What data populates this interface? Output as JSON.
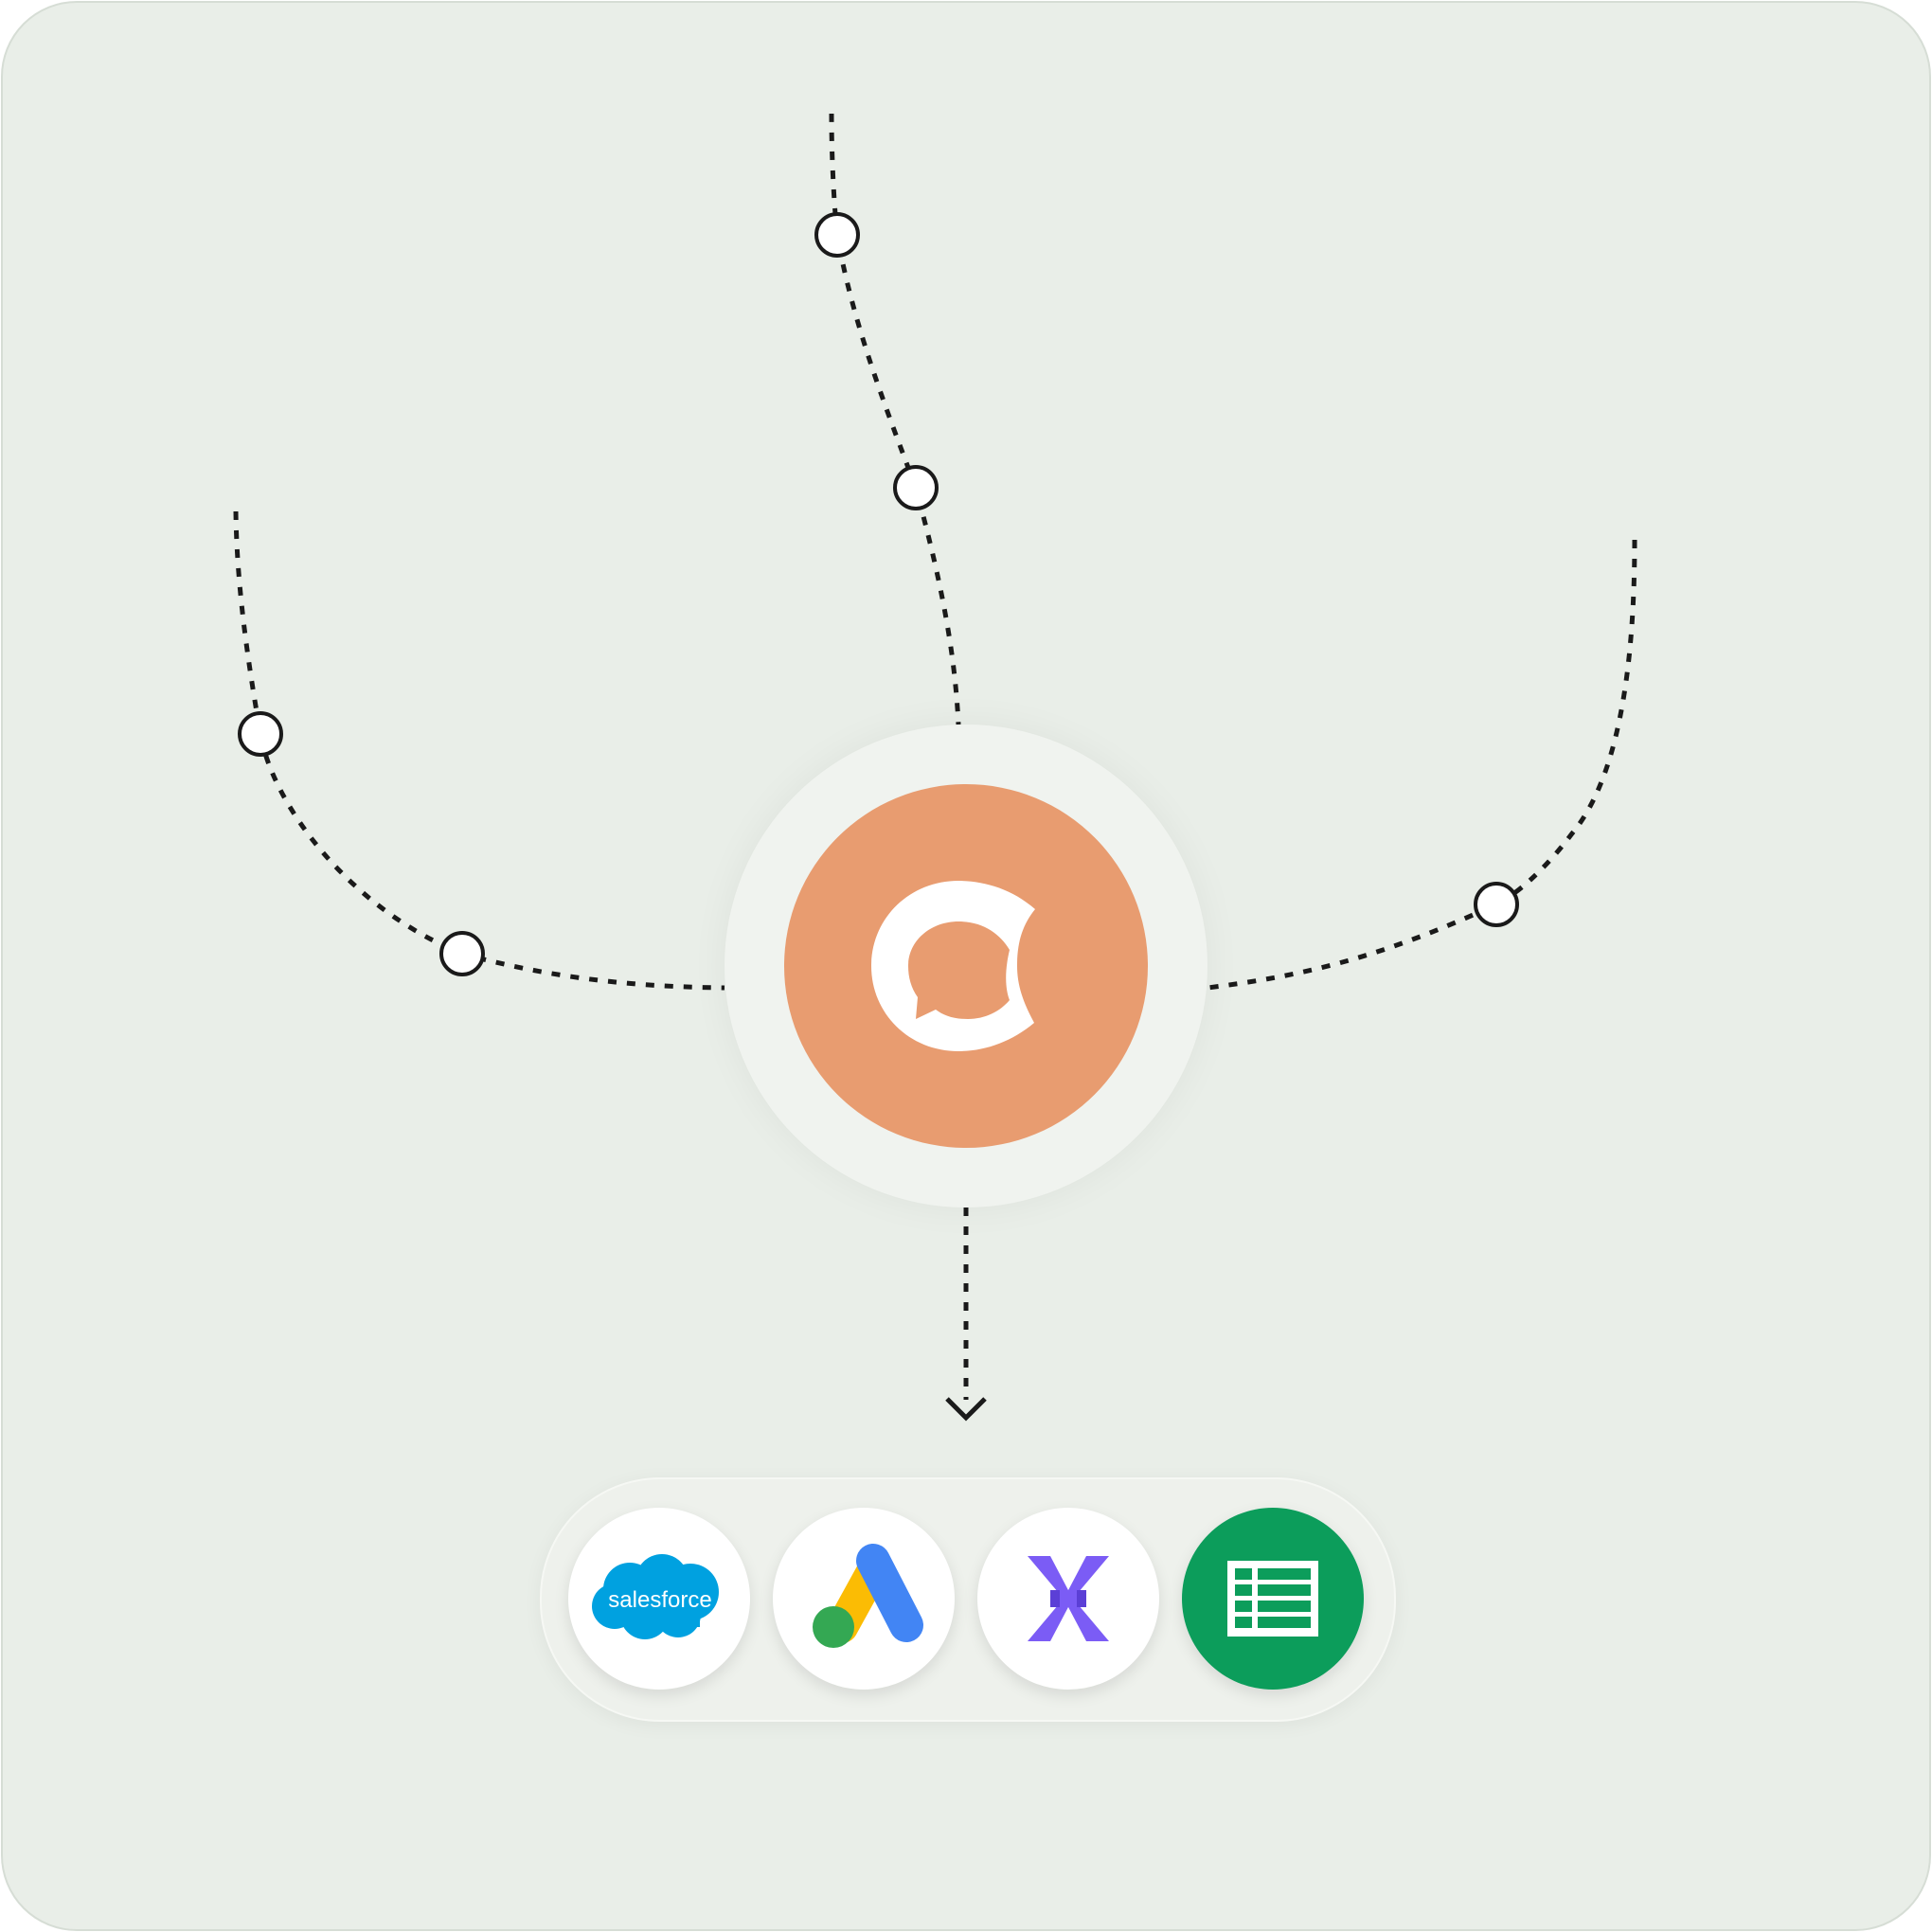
{
  "hub": {
    "logo_icon": "c-chat-logo-icon",
    "color": "#e89c70"
  },
  "flows": [
    {
      "name": "left-flow",
      "nodes": 2
    },
    {
      "name": "top-flow",
      "nodes": 2
    },
    {
      "name": "right-flow",
      "nodes": 1
    }
  ],
  "output_arrow": "arrow-down-icon",
  "destinations": [
    {
      "name": "salesforce",
      "label": "salesforce",
      "icon": "salesforce-icon",
      "color": "#00a1e0"
    },
    {
      "name": "google-ads",
      "label": "",
      "icon": "google-ads-icon",
      "color": "#4285f4"
    },
    {
      "name": "purple-x-app",
      "label": "",
      "icon": "purple-x-icon",
      "color": "#7b5cf5"
    },
    {
      "name": "google-sheets",
      "label": "",
      "icon": "google-sheets-icon",
      "color": "#0c9d5b"
    }
  ],
  "colors": {
    "background": "#e9eee8",
    "line": "#1a1a1a"
  }
}
